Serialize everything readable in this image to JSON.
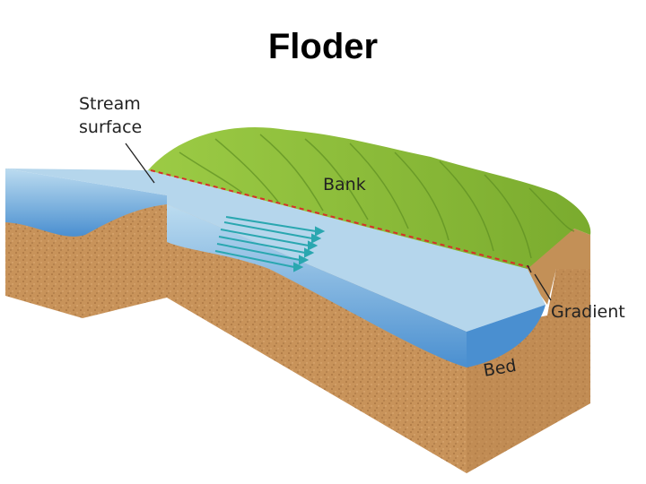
{
  "title": "Floder",
  "diagram": {
    "labels": {
      "stream_surface_line1": "Stream",
      "stream_surface_line2": "surface",
      "bank": "Bank",
      "gradient": "Gradient",
      "bed": "Bed"
    },
    "colors": {
      "sediment": "#c8935a",
      "sediment_dark": "#a9703e",
      "water_surface": "#a9d0ea",
      "water_deep": "#3f86c8",
      "grass": "#8fbf3a",
      "grass_dark": "#5e8f22",
      "gradient_line": "#d6302a",
      "flow_arrows": "#2aa7b0"
    }
  }
}
